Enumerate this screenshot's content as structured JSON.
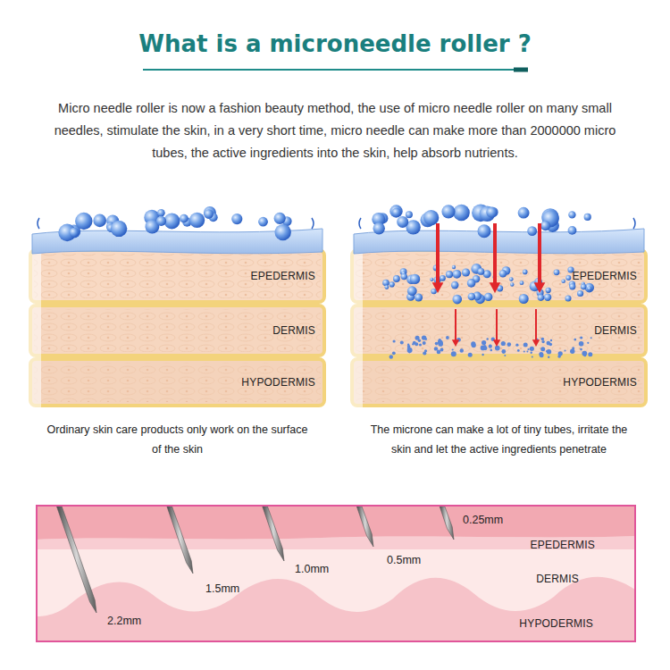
{
  "diagram": {
    "title": "What is a microneedle roller ?",
    "nodes": [
      {
        "text": [
          "Ordinary skin care products only work on the surface of the skin"
        ]
      },
      {
        "text": [
          "EPEDERMIS"
        ],
        "in": 0
      },
      {
        "text": [
          "DERMIS"
        ],
        "in": 0
      },
      {
        "text": [
          "HYPODERMIS"
        ],
        "in": 0
      },
      {
        "text": [
          "The microne can make a lot of tiny tubes, irritate the skin and let the active ingredients penetrate"
        ]
      },
      {
        "text": [
          "EPEDERMIS"
        ],
        "in": 4
      },
      {
        "text": [
          "DERMIS"
        ],
        "in": 4
      },
      {
        "text": [
          "HYPODERMIS"
        ],
        "in": 4
      },
      {
        "text": [
          "EPEDERMIS"
        ]
      },
      {
        "text": [
          "DERMIS"
        ]
      },
      {
        "text": [
          "HYPODERMIS"
        ]
      }
    ],
    "labels": [
      "Micro needle roller is now a fashion beauty method, the use of micro needle roller on many small needles, stimulate the skin, in a very short time, micro needle can make more than 2000000 micro tubes, the active ingredients into the skin, help absorb nutrients.",
      "0.25mm",
      "0.5mm",
      "1.0mm",
      "1.5mm",
      "2.2mm"
    ]
  }
}
